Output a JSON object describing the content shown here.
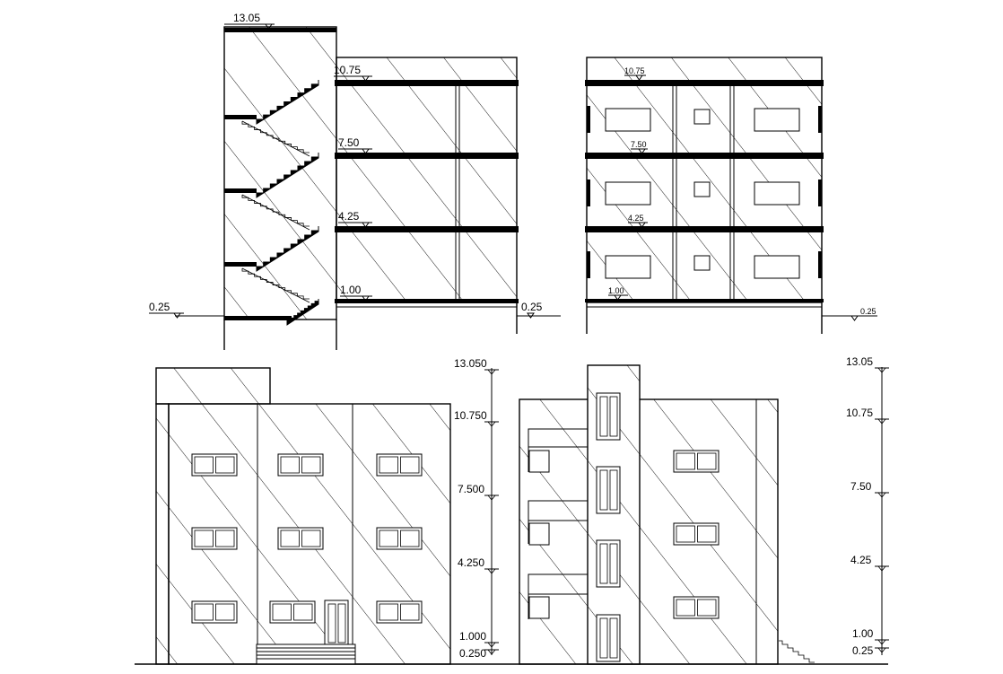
{
  "drawing": {
    "section_stair": {
      "levels": [
        "13.05",
        "10.75",
        "7.50",
        "4.25",
        "1.00",
        "0.25"
      ],
      "ground_right": "0.25"
    },
    "section_rooms": {
      "levels": [
        "10.75",
        "7.50",
        "4.25",
        "1.00"
      ],
      "ground_right": "0.25"
    },
    "front_elevation": {
      "levels": [
        "13.050",
        "10.750",
        "7.500",
        "4.250",
        "1.000",
        "0.250"
      ]
    },
    "side_elevation": {
      "levels": [
        "13.05",
        "10.75",
        "7.50",
        "4.25",
        "1.00",
        "0.25"
      ]
    }
  },
  "colors": {
    "line": "#000000",
    "background": "#ffffff"
  }
}
